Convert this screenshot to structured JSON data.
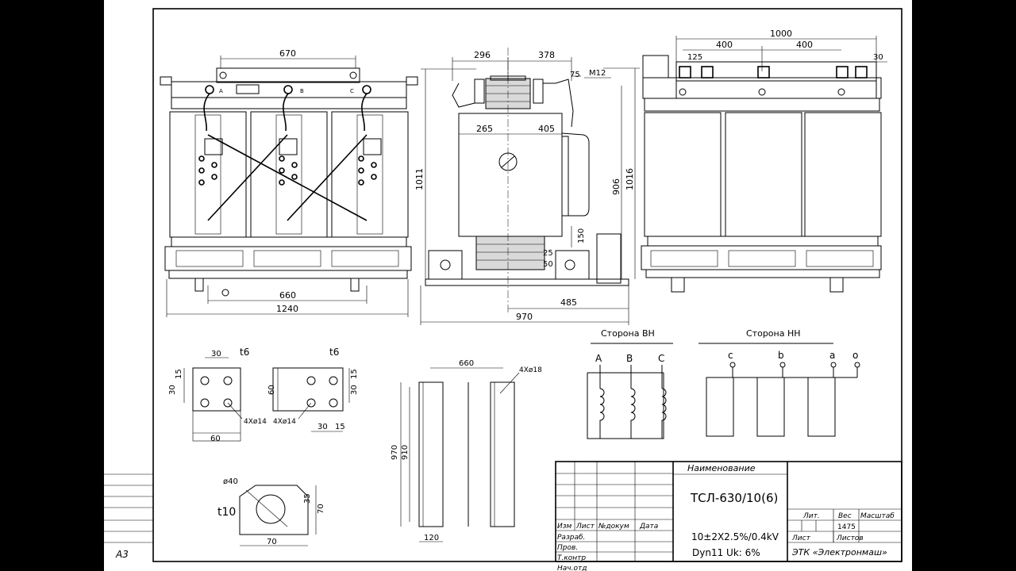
{
  "sheet_format": "A3",
  "front_view": {
    "dims": {
      "top_width": "670",
      "bottom_inner": "660",
      "bottom_overall": "1240"
    },
    "phase_labels": [
      "A",
      "B",
      "C"
    ]
  },
  "side_view": {
    "dims": {
      "top_left": "296",
      "top_right": "378",
      "bolt": "M12",
      "terminal": "75",
      "core_left": "265",
      "core_right": "405",
      "height_overall": "1011",
      "height_core": "906",
      "height_right": "1016",
      "wheel_height": "150",
      "wheel_a": "25",
      "wheel_b": "50",
      "base_right": "485",
      "base_overall": "970"
    }
  },
  "top_view": {
    "dims": {
      "overall": "1000",
      "span_left": "400",
      "span_right": "400",
      "small_left": "125",
      "small_right": "30"
    }
  },
  "details": {
    "plate_a": {
      "thickness": "t6",
      "w": "30",
      "side_a": "15",
      "side_b": "30",
      "bottom": "60",
      "holes": "4Xø14"
    },
    "plate_b": {
      "thickness": "t6",
      "side_h": "60",
      "side_a": "15",
      "side_b": "30",
      "holes": "4Xø14",
      "bottom_a": "30",
      "bottom_b": "15"
    },
    "plate_c": {
      "diameter": "ø40",
      "thickness": "t10",
      "side_a": "35",
      "side_b": "70",
      "bottom": "70"
    },
    "rails": {
      "spacing": "660",
      "holes": "4Xø18",
      "height_a": "970",
      "height_b": "910",
      "width": "120"
    }
  },
  "schematic": {
    "hv_title": "Сторона ВН",
    "lv_title": "Сторона НН",
    "hv_terminals": [
      "A",
      "B",
      "C"
    ],
    "lv_terminals": [
      "c",
      "b",
      "a",
      "o"
    ]
  },
  "title_block": {
    "name_header": "Наименование",
    "product": "ТСЛ-630/10(6)",
    "spec_line1": "10±2X2.5%/0.4kV",
    "spec_line2": "Dyn11 Uk: 6%",
    "col_izm": "Изм",
    "col_list": "Лист",
    "col_doc": "№докум",
    "col_date": "Дата",
    "row_razrab": "Разраб.",
    "row_prov": "Пров.",
    "row_tkontr": "Т.контр",
    "row_nach": "Нач.отд",
    "lit": "Лит.",
    "ves": "Вес",
    "masshtab": "Масштаб",
    "weight": "1475",
    "list": "Лист",
    "listov": "Листов",
    "company": "ЭТК «Электронмаш»"
  }
}
